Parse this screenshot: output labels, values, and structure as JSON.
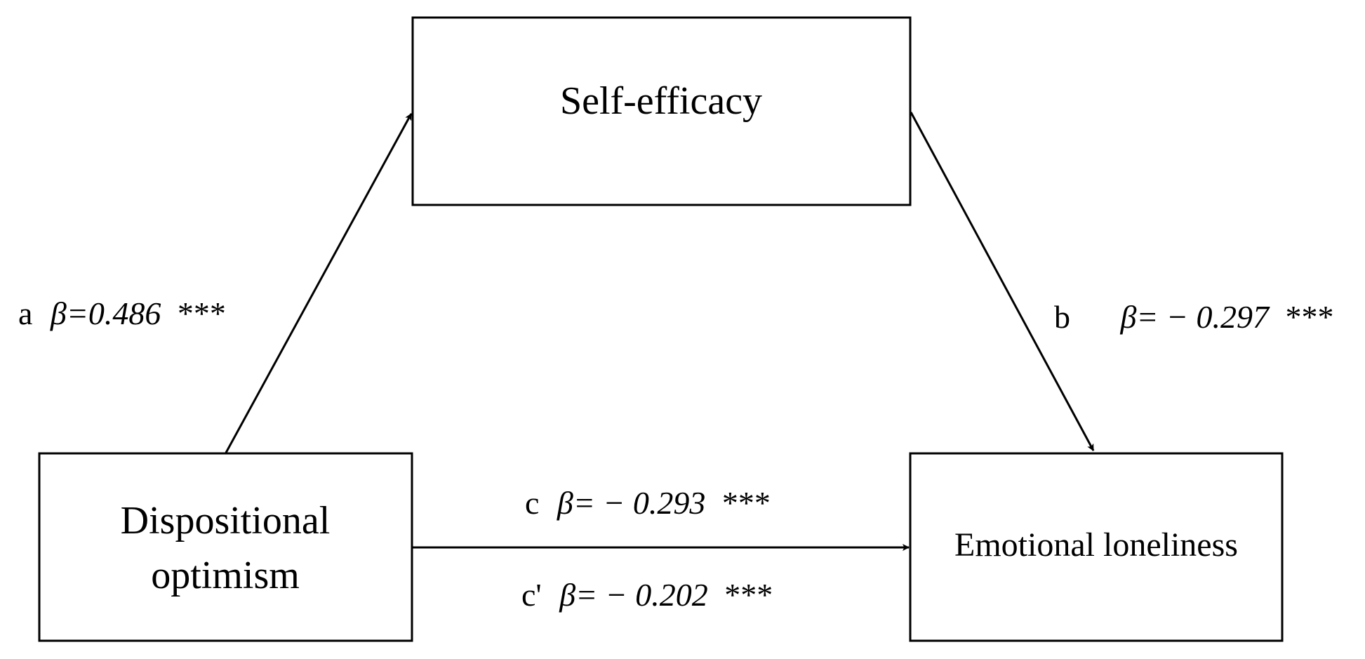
{
  "nodes": {
    "mediator": {
      "label": "Self-efficacy"
    },
    "predictor": {
      "line1": "Dispositional",
      "line2": "optimism"
    },
    "outcome": {
      "label": "Emotional loneliness"
    }
  },
  "paths": {
    "a": {
      "letter": "a",
      "beta": "β=0.486",
      "sig": "***"
    },
    "b": {
      "letter": "b",
      "beta": "β= − 0.297",
      "sig": "***"
    },
    "c": {
      "letter": "c",
      "beta": "β= − 0.293",
      "sig": "***"
    },
    "c_prime": {
      "letter": "c'",
      "beta": "β= − 0.202",
      "sig": "***"
    }
  }
}
